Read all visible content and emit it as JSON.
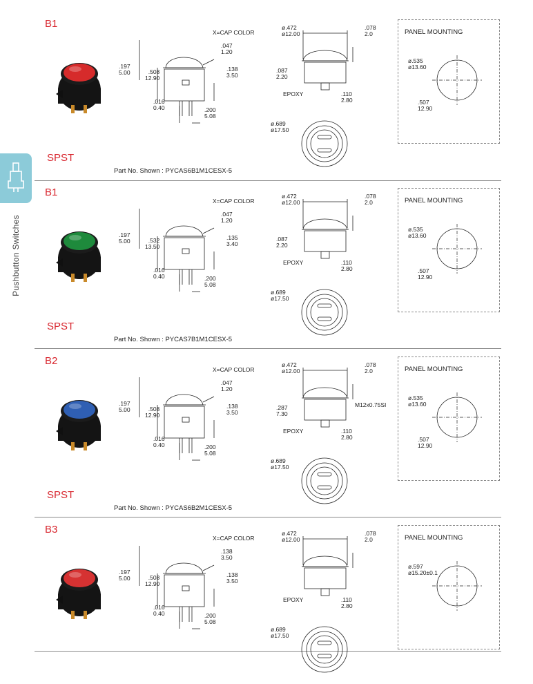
{
  "sidebar": {
    "label": "Pushbutton Switches",
    "icon": "pushbutton-switch-icon",
    "tab_color": "#8ccbd9"
  },
  "accent_color": "#d8262e",
  "sections": [
    {
      "code": "B1",
      "type": "SPST",
      "part_no": "Part No. Shown : PYCAS6B1M1CESX-5",
      "cap_color": "#d62b2b",
      "side": {
        "cap_label": "X=CAP COLOR",
        "d047": ".047",
        "d120": "1.20",
        "d197": ".197",
        "d500": "5.00",
        "dh1": ".508",
        "dh2": "12.90",
        "dr1": ".138",
        "dr2": "3.50",
        "d016": ".016",
        "d040": "0.40",
        "d200": ".200",
        "d508": "5.08"
      },
      "front": {
        "d472": "ø.472",
        "d1200": "ø12.00",
        "d078": ".078",
        "d20": "2.0",
        "d087": ".087",
        "d220": "2.20",
        "epoxy": "EPOXY",
        "d110": ".110",
        "d280": "2.80",
        "thread": ""
      },
      "bottom": {
        "d689": "ø.689",
        "d1750": "ø17.50"
      },
      "panel": {
        "title": "PANEL MOUNTING",
        "hole1": "ø.535",
        "hole2": "ø13.60",
        "w1": ".507",
        "w2": "12.90"
      }
    },
    {
      "code": "B1",
      "type": "SPST",
      "part_no": "Part No. Shown : PYCAS7B1M1CESX-5",
      "cap_color": "#1e8a3c",
      "side": {
        "cap_label": "X=CAP COLOR",
        "d047": ".047",
        "d120": "1.20",
        "d197": ".197",
        "d500": "5.00",
        "dh1": ".532",
        "dh2": "13.50",
        "dr1": ".135",
        "dr2": "3.40",
        "d016": ".016",
        "d040": "0.40",
        "d200": ".200",
        "d508": "5.08"
      },
      "front": {
        "d472": "ø.472",
        "d1200": "ø12.00",
        "d078": ".078",
        "d20": "2.0",
        "d087": ".087",
        "d220": "2.20",
        "epoxy": "EPOXY",
        "d110": ".110",
        "d280": "2.80",
        "thread": ""
      },
      "bottom": {
        "d689": "ø.689",
        "d1750": "ø17.50"
      },
      "panel": {
        "title": "PANEL MOUNTING",
        "hole1": "ø.535",
        "hole2": "ø13.60",
        "w1": ".507",
        "w2": "12.90"
      }
    },
    {
      "code": "B2",
      "type": "SPST",
      "part_no": "Part No. Shown : PYCAS6B2M1CESX-5",
      "cap_color": "#2f5fb3",
      "side": {
        "cap_label": "X=CAP COLOR",
        "d047": ".047",
        "d120": "1.20",
        "d197": ".197",
        "d500": "5.00",
        "dh1": ".508",
        "dh2": "12.90",
        "dr1": ".138",
        "dr2": "3.50",
        "d016": ".016",
        "d040": "0.40",
        "d200": ".200",
        "d508": "5.08"
      },
      "front": {
        "d472": "ø.472",
        "d1200": "ø12.00",
        "d078": ".078",
        "d20": "2.0",
        "d087": ".287",
        "d220": "7.30",
        "epoxy": "EPOXY",
        "d110": ".110",
        "d280": "2.80",
        "thread": "M12x0.75SI"
      },
      "bottom": {
        "d689": "ø.689",
        "d1750": "ø17.50"
      },
      "panel": {
        "title": "PANEL MOUNTING",
        "hole1": "ø.535",
        "hole2": "ø13.60",
        "w1": ".507",
        "w2": "12.90"
      }
    },
    {
      "code": "B3",
      "type": "",
      "part_no": "",
      "cap_color": "#d63232",
      "side": {
        "cap_label": "X=CAP COLOR",
        "d047": ".138",
        "d120": "3.50",
        "d197": ".197",
        "d500": "5.00",
        "dh1": ".508",
        "dh2": "12.90",
        "dr1": ".138",
        "dr2": "3.50",
        "d016": ".016",
        "d040": "0.40",
        "d200": ".200",
        "d508": "5.08"
      },
      "front": {
        "d472": "ø.472",
        "d1200": "ø12.00",
        "d078": ".078",
        "d20": "2.0",
        "d087": "",
        "d220": "",
        "epoxy": "EPOXY",
        "d110": ".110",
        "d280": "2.80",
        "thread": ""
      },
      "bottom": {
        "d689": "ø.689",
        "d1750": "ø17.50"
      },
      "panel": {
        "title": "PANEL MOUNTING",
        "hole1": "ø.597",
        "hole2": "ø15.20±0.1",
        "w1": "",
        "w2": ""
      }
    }
  ]
}
